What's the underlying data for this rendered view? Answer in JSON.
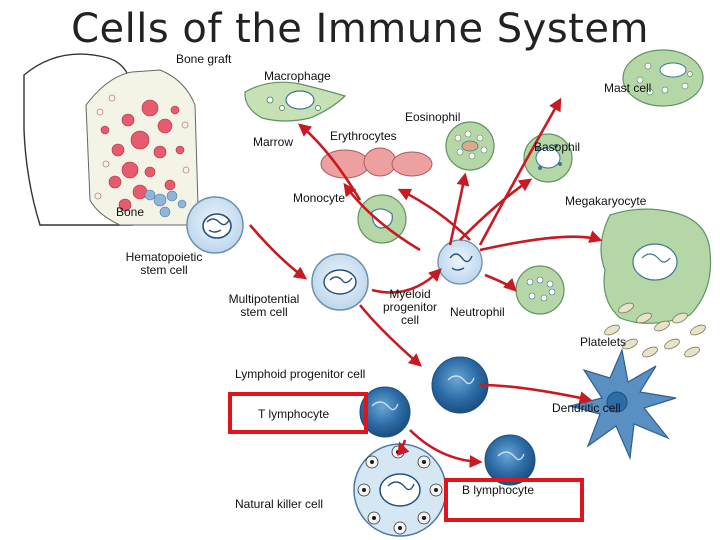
{
  "title": "Cells of the Immune System",
  "labels": {
    "bone_graft": "Bone graft",
    "macrophage": "Macrophage",
    "mast_cell": "Mast cell",
    "eosinophil": "Eosinophil",
    "marrow": "Marrow",
    "erythrocytes": "Erythrocytes",
    "basophil": "Basophil",
    "bone": "Bone",
    "monocyte": "Monocyte",
    "megakaryocyte": "Megakaryocyte",
    "hematopoietic_1": "Hematopoietic",
    "hematopoietic_2": "stem cell",
    "multipotential_1": "Multipotential",
    "multipotential_2": "stem cell",
    "myeloid_1": "Myeloid",
    "myeloid_2": "progenitor",
    "myeloid_3": "cell",
    "neutrophil": "Neutrophil",
    "platelets": "Platelets",
    "lymphoid": "Lymphoid progenitor cell",
    "t_lymphocyte": "T lymphocyte",
    "dendritic": "Dendritic cell",
    "nk": "Natural killer cell",
    "b_lymphocyte": "B lymphocyte"
  },
  "colors": {
    "highlight": "#e0141b",
    "arrow": "#c81a22",
    "green_cell": "#b5d6a7",
    "green_stroke": "#5f9460",
    "nucleus": "#3a7a8f",
    "red_cell": "#e99090",
    "blue_cell": "#2f6fa8",
    "dendritic": "#4a7fb2"
  }
}
